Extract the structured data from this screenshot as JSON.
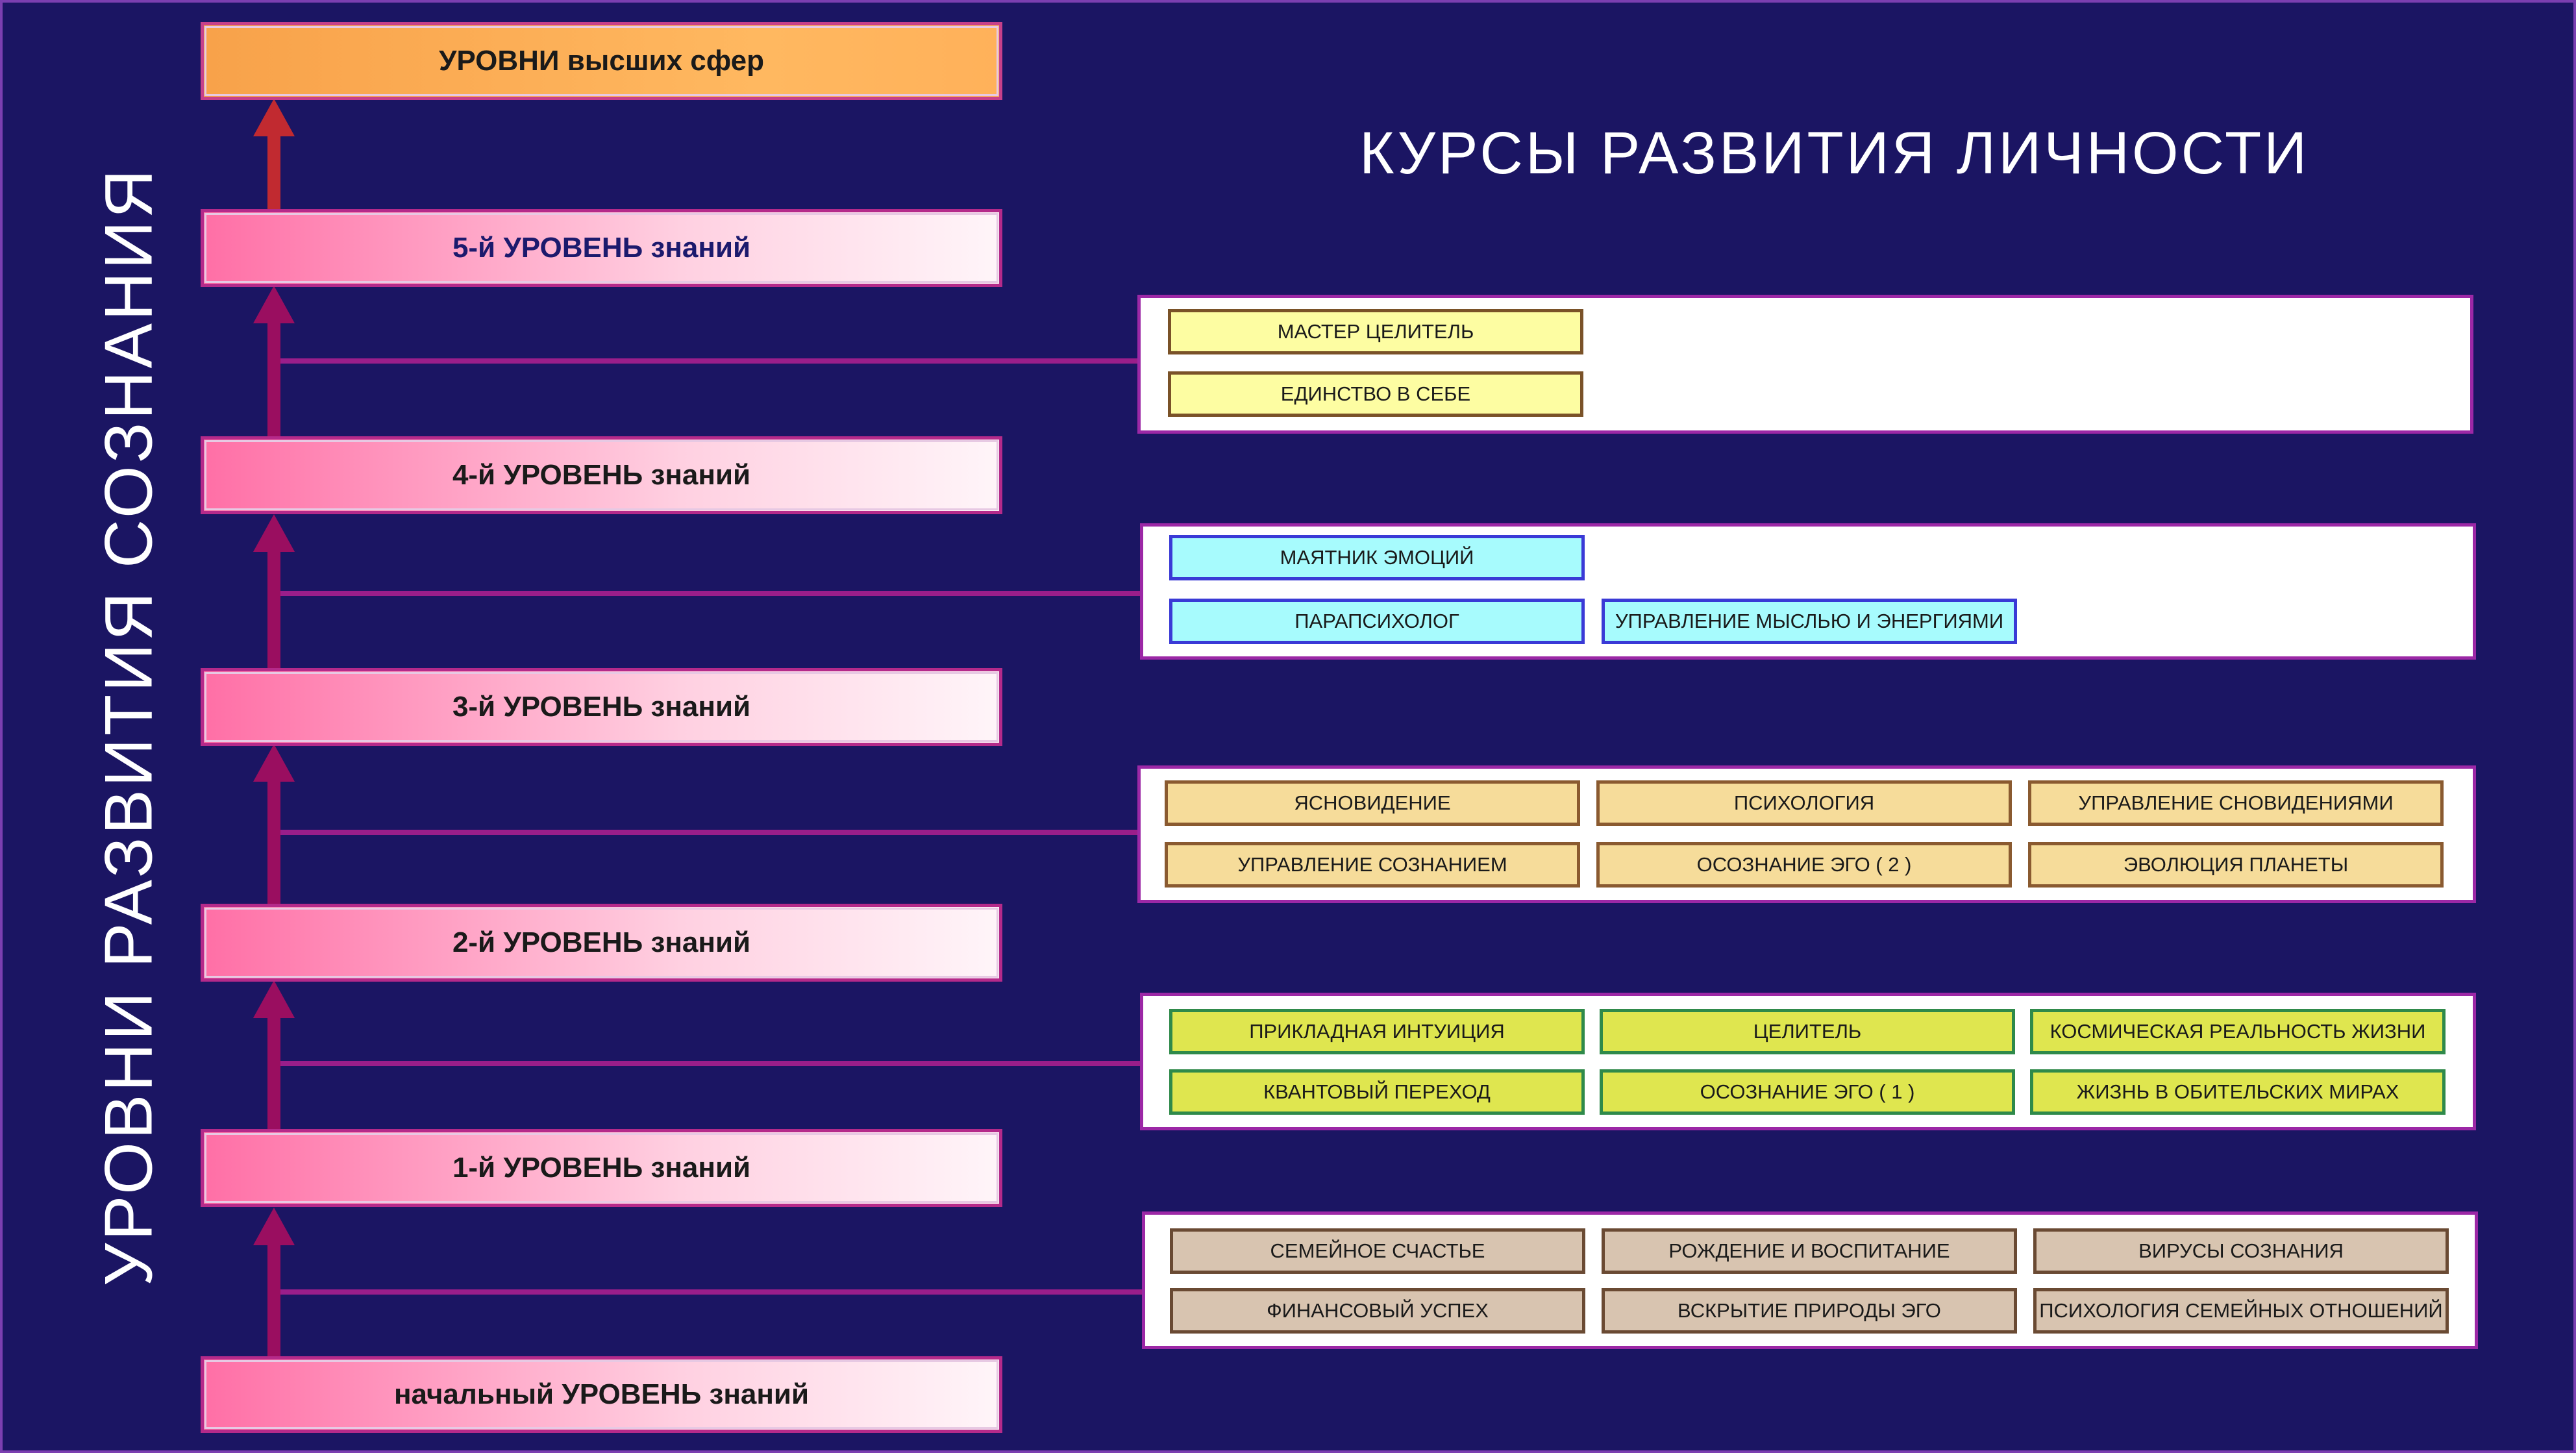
{
  "side_title": "УРОВНИ  РАЗВИТИЯ  СОЗНАНИЯ",
  "main_title": "КУРСЫ  РАЗВИТИЯ  ЛИЧНОСТИ",
  "levels": {
    "top": "УРОВНИ высших сфер",
    "l5": "5-й  УРОВЕНЬ знаний",
    "l4": "4-й  УРОВЕНЬ знаний",
    "l3": "3-й  УРОВЕНЬ знаний",
    "l2": "2-й  УРОВЕНЬ знаний",
    "l1": "1-й  УРОВЕНЬ знаний",
    "l0": "начальный УРОВЕНЬ знаний"
  },
  "courses": {
    "level4": [
      "МАСТЕР ЦЕЛИТЕЛЬ",
      "ЕДИНСТВО В СЕБЕ"
    ],
    "level3": [
      "МАЯТНИК ЭМОЦИЙ",
      "ПАРАПСИХОЛОГ",
      "УПРАВЛЕНИЕ МЫСЛЬЮ И ЭНЕРГИЯМИ"
    ],
    "level2": [
      "ЯСНОВИДЕНИЕ",
      "ПСИХОЛОГИЯ",
      "УПРАВЛЕНИЕ СНОВИДЕНИЯМИ",
      "УПРАВЛЕНИЕ СОЗНАНИЕМ",
      "ОСОЗНАНИЕ ЭГО  ( 2 )",
      "ЭВОЛЮЦИЯ ПЛАНЕТЫ"
    ],
    "level1": [
      "ПРИКЛАДНАЯ ИНТУИЦИЯ",
      "ЦЕЛИТЕЛЬ",
      "КОСМИЧЕСКАЯ РЕАЛЬНОСТЬ ЖИЗНИ",
      "КВАНТОВЫЙ ПЕРЕХОД",
      "ОСОЗНАНИЕ ЭГО  ( 1 )",
      "ЖИЗНЬ В ОБИТЕЛЬСКИХ МИРАХ"
    ],
    "level0": [
      "СЕМЕЙНОЕ СЧАСТЬЕ",
      "РОЖДЕНИЕ И ВОСПИТАНИЕ",
      "ВИРУСЫ СОЗНАНИЯ",
      "ФИНАНСОВЫЙ  УСПЕХ",
      "ВСКРЫТИЕ ПРИРОДЫ ЭГО",
      "ПСИХОЛОГИЯ СЕМЕЙНЫХ ОТНОШЕНИЙ"
    ]
  },
  "colors": {
    "background": "#1b1563",
    "arrow": "#9a0e60",
    "top_arrow": "#c12a30",
    "connector": "#9a1e8a",
    "level4_chip": "#fdfda2",
    "level3_chip": "#a7fbfd",
    "level2_chip": "#f6dc9a",
    "level1_chip": "#dfe64f",
    "level0_chip": "#d8c4b0"
  }
}
